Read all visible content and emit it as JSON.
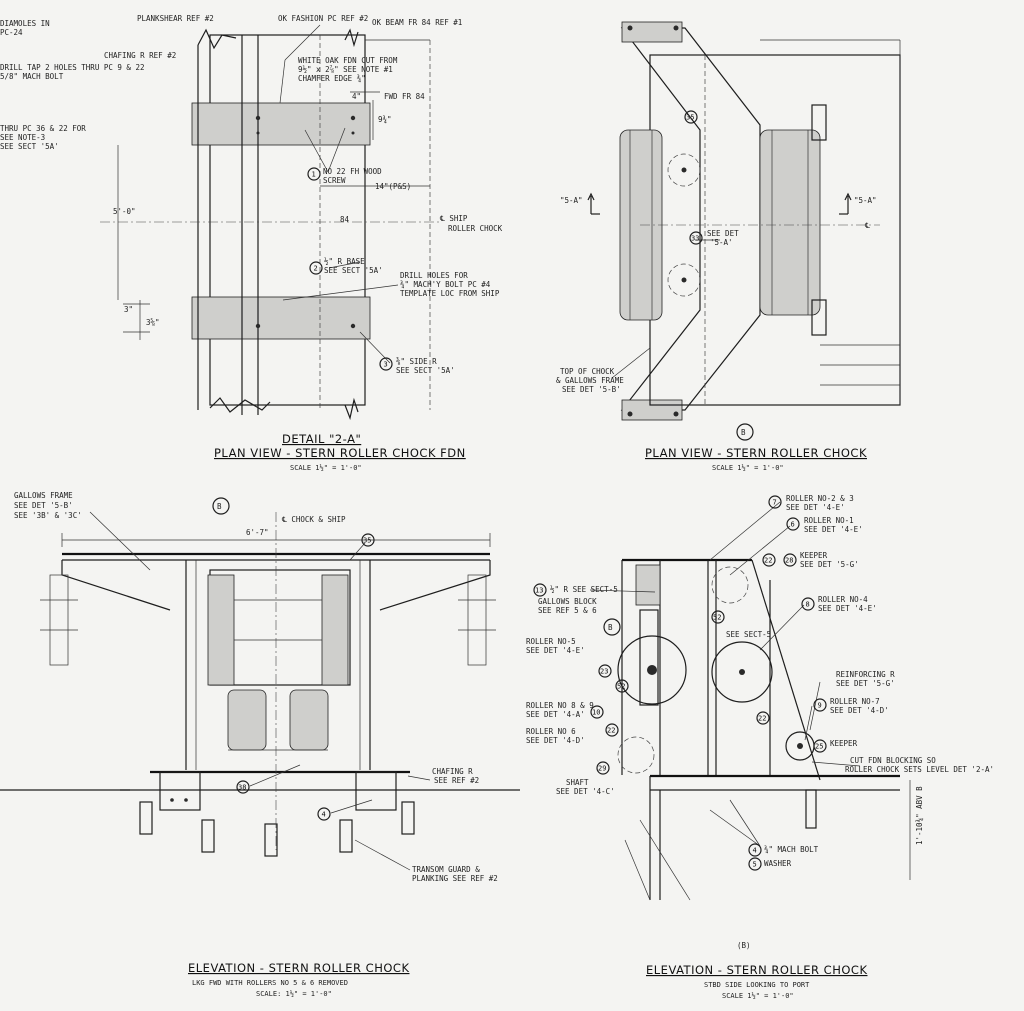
{
  "sheet": {
    "background": "#f4f4f2",
    "ink": "#1e1e1e"
  },
  "panels": {
    "plan_detail": {
      "title": "DETAIL \"2-A\"",
      "subtitle": "PLAN VIEW - STERN ROLLER CHOCK FDN",
      "scale": "SCALE 1½\" = 1'-0\"",
      "labels": [
        "DIAMOLES IN",
        "PC-24",
        "PLANKSHEAR REF #2",
        "OK FASHION PC REF #2",
        "OK BEAM FR 84 REF #1",
        "CHAFING R REF #2",
        "DRILL TAP 2 HOLES THRU PC 9 & 22",
        "5/8\" MACH BOLT",
        "WHITE OAK FDN CUT FROM",
        "9½\" x 2⅞\" SEE NOTE #1",
        "CHAMFER EDGE ¾\"",
        "4\"",
        "FWD FR 84",
        "9¾\"",
        "THRU PC 36 & 22 FOR",
        "SEE NOTE-3",
        "SEE SECT '5A'",
        "NO 22 FH WOOD",
        "SCREW",
        "14\"(P&S)",
        "5'-0\"",
        "84",
        "℄ SHIP",
        "ROLLER CHOCK",
        "½\" R BASE",
        "SEE SECT '5A'",
        "DRILL HOLES FOR",
        "¾\" MACH'Y BOLT PC #4",
        "TEMPLATE LOC FROM SHIP",
        "3\"",
        "3⅝\"",
        "⅜\" SIDE R",
        "SEE SECT '5A'"
      ],
      "bubbles": [
        "1",
        "2",
        "3"
      ]
    },
    "plan_view": {
      "title": "PLAN VIEW - STERN ROLLER CHOCK",
      "scale": "SCALE 1½\" = 1'-0\"",
      "labels": [
        "\"5-A\"",
        "\"5-A\"",
        "SEE DET",
        "'5-A'",
        "℄",
        "TOP OF CHOCK",
        "& GALLOWS FRAME",
        "SEE DET '5-B'"
      ],
      "bubbles": [
        "35",
        "33"
      ],
      "marker": "B"
    },
    "elev_fwd": {
      "title": "ELEVATION - STERN ROLLER CHOCK",
      "subtitle": "LKG FWD WITH ROLLERS NO 5 & 6 REMOVED",
      "scale": "SCALE: 1½\" = 1'-0\"",
      "labels": [
        "GALLOWS FRAME",
        "SEE DET '5-B'",
        "SEE '3B' & '3C'",
        "℄ CHOCK & SHIP",
        "6'-7\"",
        "CHAFING R",
        "SEE REF #2",
        "TRANSOM GUARD &",
        "PLANKING SEE REF #2"
      ],
      "bubbles": [
        "35",
        "38",
        "4"
      ],
      "marker": "B"
    },
    "elev_stbd": {
      "title": "ELEVATION - STERN ROLLER CHOCK",
      "subtitle": "STBD SIDE LOOKING TO PORT",
      "scale": "SCALE 1½\" = 1'-0\"",
      "labels": [
        "ROLLER NO-2 & 3",
        "SEE DET '4-E'",
        "ROLLER NO-1",
        "SEE DET '4-E'",
        "KEEPER",
        "SEE DET '5-G'",
        "½\" R SEE SECT-5",
        "GALLOWS BLOCK",
        "SEE REF 5 & 6",
        "SEE SECT-5",
        "ROLLER NO-4",
        "SEE DET '4-E'",
        "ROLLER NO-5",
        "SEE DET '4-E'",
        "REINFORCING R",
        "SEE DET '5-G'",
        "ROLLER NO-7",
        "SEE DET '4-D'",
        "ROLLER NO 8 & 9",
        "SEE DET '4-A'",
        "ROLLER NO 6",
        "SEE DET '4-D'",
        "KEEPER",
        "SHAFT",
        "SEE DET '4-C'",
        "CUT FDN BLOCKING SO",
        "ROLLER CHOCK SETS LEVEL DET '2-A'",
        "¾\" MACH BOLT",
        "WASHER",
        "1'-10¾\" ABV B"
      ],
      "bubbles": [
        "7",
        "6",
        "22",
        "28",
        "13",
        "52",
        "8",
        "23",
        "22",
        "52",
        "10",
        "9",
        "22",
        "25",
        "29",
        "4",
        "5"
      ],
      "marker": "B",
      "marker_bottom": "(B)"
    }
  }
}
